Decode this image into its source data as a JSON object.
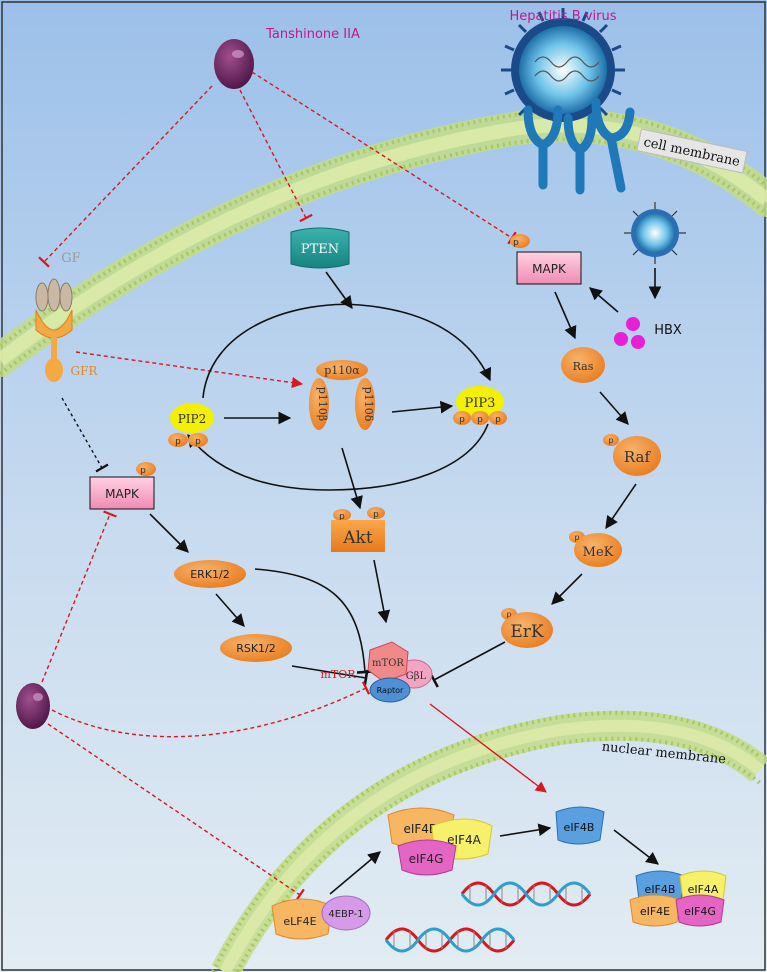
{
  "labels": {
    "drug": "Tanshinone IIA",
    "virus": "Hepatitis B virus",
    "cell_membrane": "cell membrane",
    "nuclear_membrane": "nuclear membrane",
    "gf": "GF",
    "gfr": "GFR",
    "pten": "PTEN",
    "mapk_top": "MAPK",
    "mapk_left": "MAPK",
    "hbx": "HBX",
    "ras": "Ras",
    "raf": "Raf",
    "mek": "MeK",
    "erk_right": "ErK",
    "pip2": "PIP2",
    "pip3": "PIP3",
    "p110a": "p110α",
    "p110b": "p110β",
    "p110d": "p110δ",
    "akt": "Akt",
    "erk12": "ERK1/2",
    "rsk12": "RSK1/2",
    "mtor_complex": "mTOR",
    "mtor_sub": "mTOR",
    "gbl": "GβL",
    "raptor": "Raptor",
    "eif4e": "eIF4E",
    "eif4a": "eIF4A",
    "eif4g": "eIF4G",
    "eif4b": "eIF4B",
    "eif4b2": "eIF4B",
    "eif4a2": "eIF4A",
    "eif4e2": "eIF4E",
    "eif4g2": "eIF4G",
    "elf4e": "eLF4E",
    "ebp1": "4EBP-1",
    "p": "p"
  },
  "colors": {
    "drug": "#c2188f",
    "virus": "#c2188f",
    "inhibit_red": "#d8181e",
    "membrane": "#b9d67a",
    "gf_label": "#9a9a9a",
    "gfr_label": "#e08a2c",
    "mtor_label": "#d8181e",
    "orange": "#f08a2c",
    "pink": "#f4a3c2",
    "yellow": "#f3f000"
  }
}
